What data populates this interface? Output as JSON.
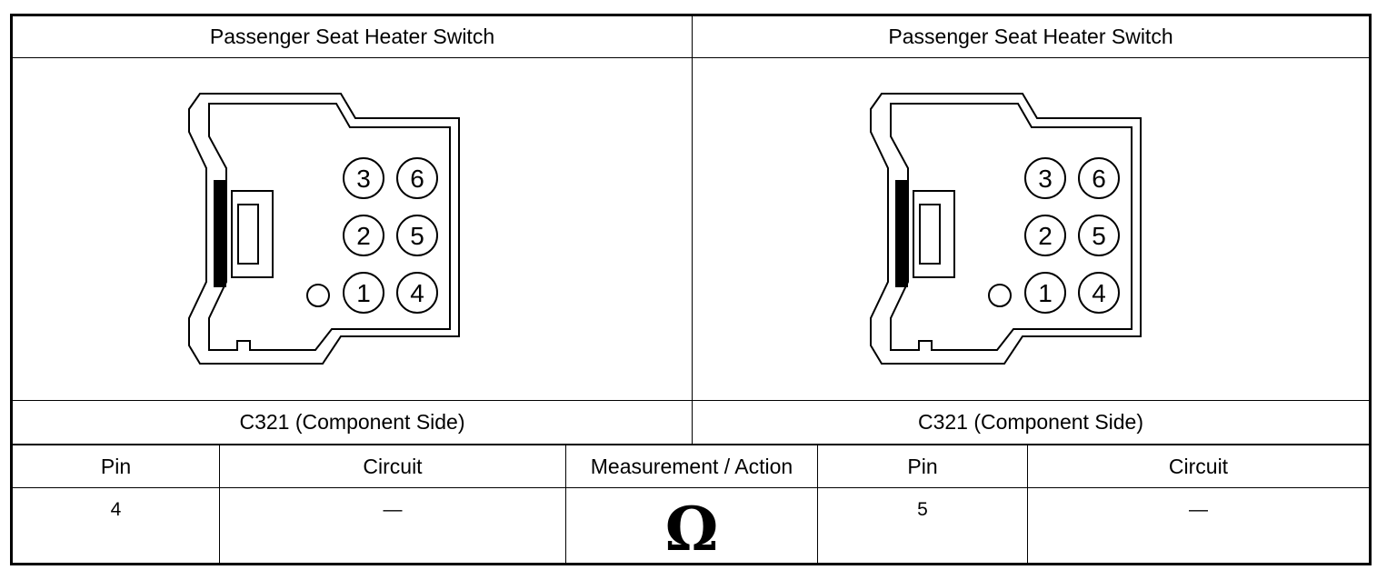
{
  "header": {
    "left_title": "Passenger Seat Heater Switch",
    "right_title": "Passenger Seat Heater Switch"
  },
  "connectors": {
    "left_caption": "C321 (Component Side)",
    "right_caption": "C321 (Component Side)",
    "pins": [
      "1",
      "2",
      "3",
      "4",
      "5",
      "6"
    ]
  },
  "table": {
    "headers": {
      "pin_a": "Pin",
      "circuit_a": "Circuit",
      "measurement": "Measurement / Action",
      "pin_b": "Pin",
      "circuit_b": "Circuit"
    },
    "row": {
      "pin_a": "4",
      "circuit_a": "—",
      "measurement_symbol": "Ω",
      "pin_b": "5",
      "circuit_b": "—"
    }
  }
}
